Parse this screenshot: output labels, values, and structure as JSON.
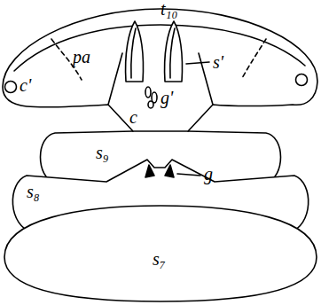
{
  "diagram": {
    "labels": [
      "t₁₀",
      "pa",
      "s'",
      "c'",
      "c",
      "g'",
      "g",
      "s₉",
      "s₈",
      "s₇"
    ]
  }
}
